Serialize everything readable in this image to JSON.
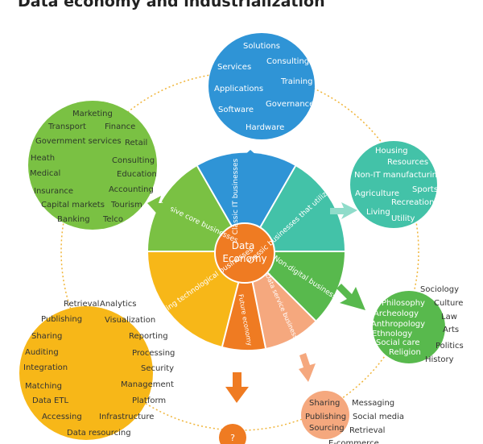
{
  "title": "Data economy and industrialization",
  "colors": {
    "blue": "#2f94d6",
    "green": "#7ac143",
    "teal": "#43c2a8",
    "yellow": "#f7b718",
    "orange": "#ef7b22",
    "salmon": "#f5a87e",
    "nondigital_green": "#58b94d",
    "dotted_ring": "#f0b53a"
  },
  "center": "Data Economy",
  "wedges": {
    "classic_it": "Classic IT businesses",
    "classic_utilize": "Classic businesses that utilize data poorly",
    "non_digital": "Non-digital businesses",
    "data_service": "Data service businesses",
    "future_economy": "Future economy",
    "data_enabling": "Data-enabling technological businesses",
    "data_intensive": "Data-intensive core businesses"
  },
  "it_circle": [
    "Solutions",
    "Consulting",
    "Services",
    "Training",
    "Applications",
    "Governance",
    "Software",
    "Hardware"
  ],
  "intensive_circle": [
    "Marketing",
    "Transport",
    "Finance",
    "Government services",
    "Retail",
    "Heath",
    "Consulting",
    "Medical",
    "Education",
    "Insurance",
    "Accounting",
    "Capital markets",
    "Tourism",
    "Banking",
    "Telco"
  ],
  "utilize_circle": [
    "Housing",
    "Resources",
    "Non-IT manufacturing",
    "Sports",
    "Agriculture",
    "Recreation",
    "Living",
    "Utility"
  ],
  "enabling_circle": [
    "Retrieval",
    "Analytics",
    "Publishing",
    "Visualization",
    "Sharing",
    "Reporting",
    "Auditing",
    "Processing",
    "Integration",
    "Security",
    "Matching",
    "Management",
    "Data ETL",
    "Platform",
    "Accessing",
    "Infrastructure",
    "Data resourcing"
  ],
  "nondigital_circle": {
    "inside": [
      "Philosophy",
      "Archeology",
      "Anthropology",
      "Ethnology",
      "Social care",
      "Religion"
    ],
    "outside": [
      "Sociology",
      "Culture",
      "Law",
      "Arts",
      "Politics",
      "History"
    ]
  },
  "service_circle": {
    "inside": [
      "Sharing",
      "Publishing",
      "Sourcing"
    ],
    "outside": [
      "Messaging",
      "Social media",
      "Retrieval",
      "E-commerce"
    ]
  },
  "future_circle": "?"
}
